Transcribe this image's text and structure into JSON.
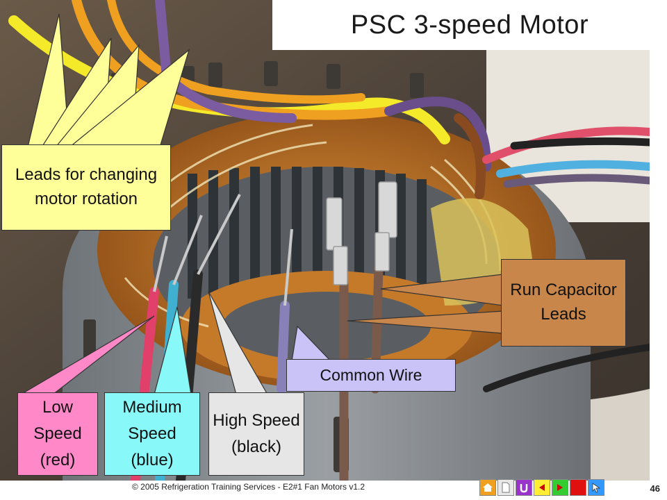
{
  "slide": {
    "title": "PSC 3-speed Motor",
    "page_number": "46"
  },
  "callouts": {
    "rotation_leads": "Leads for changing motor rotation",
    "run_capacitor_leads": "Run Capacitor Leads",
    "common_wire": "Common Wire",
    "low_speed": "Low Speed (red)",
    "medium_speed": "Medium Speed (blue)",
    "high_speed": "High Speed (black)"
  },
  "footer": {
    "text": "© 2005 Refrigeration Training Services - E2#1 Fan Motors v1.2"
  },
  "nav": {
    "buttons": [
      {
        "icon": "home-icon",
        "color": "#f0a020"
      },
      {
        "icon": "document-icon",
        "color": "#e8e8e8"
      },
      {
        "icon": "return-icon",
        "color": "#9933cc"
      },
      {
        "icon": "previous-icon",
        "color": "#ffee33"
      },
      {
        "icon": "next-icon",
        "color": "#33cc33"
      },
      {
        "icon": "stop-icon",
        "color": "#e01010"
      },
      {
        "icon": "pointer-icon",
        "color": "#3399ff"
      }
    ]
  },
  "colors": {
    "rotation_callout": "#ffff99",
    "capacitor_callout": "#c8864a",
    "common_callout": "#c9c3f8",
    "low_callout": "#ff88c8",
    "medium_callout": "#88f8f8",
    "high_callout": "#e6e6e6"
  }
}
